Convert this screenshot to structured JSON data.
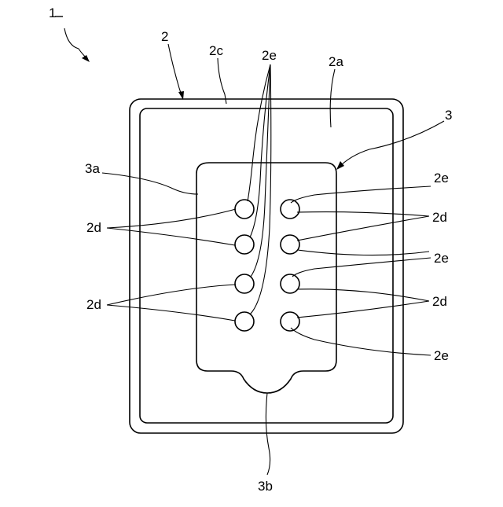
{
  "labels": {
    "ref_1": "1",
    "ref_2": "2",
    "ref_2c": "2c",
    "ref_2e_top": "2e",
    "ref_2a": "2a",
    "ref_3": "3",
    "ref_3a": "3a",
    "ref_2d_left_upper": "2d",
    "ref_2d_left_lower": "2d",
    "ref_2e_right_1": "2e",
    "ref_2d_right_1": "2d",
    "ref_2e_right_2": "2e",
    "ref_2d_right_2": "2d",
    "ref_2e_right_3": "2e",
    "ref_3b": "3b"
  },
  "colors": {
    "line": "#000000",
    "background": "#ffffff"
  }
}
